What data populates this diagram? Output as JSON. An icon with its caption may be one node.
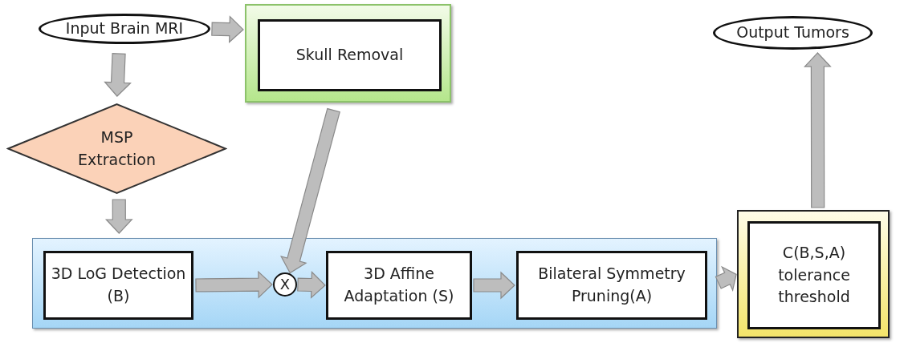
{
  "diagram": {
    "nodes": [
      {
        "text": [
          "Input Brain MRI"
        ]
      },
      {
        "text": [
          "Skull Removal"
        ]
      },
      {
        "text": [
          "MSP Extraction"
        ]
      },
      {
        "text": [],
        "shape": "box"
      },
      {
        "text": [
          "3D LoG Detection (B)"
        ],
        "in": 3
      },
      {
        "text": [
          "X"
        ],
        "in": 3
      },
      {
        "text": [
          "3D Affine Adaptation (S)"
        ],
        "in": 3
      },
      {
        "text": [
          "Bilateral Symmetry Pruning(A)"
        ],
        "in": 3
      },
      {
        "text": [
          "C(B,S,A) tolerance threshold"
        ]
      },
      {
        "text": [
          "Output Tumors"
        ]
      }
    ],
    "edges": [
      {
        "from": 0,
        "to": 1,
        "arrow": "to"
      },
      {
        "from": 0,
        "to": 2,
        "arrow": "to"
      },
      {
        "from": 2,
        "to": 3,
        "arrow": "to"
      },
      {
        "from": 1,
        "to": 5,
        "arrow": "to"
      },
      {
        "from": 4,
        "to": 5,
        "arrow": "to"
      },
      {
        "from": 5,
        "to": 6,
        "arrow": "to"
      },
      {
        "from": 6,
        "to": 7,
        "arrow": "to"
      },
      {
        "from": 3,
        "to": 8,
        "arrow": "to"
      },
      {
        "from": 8,
        "to": 9,
        "arrow": "to"
      }
    ]
  }
}
